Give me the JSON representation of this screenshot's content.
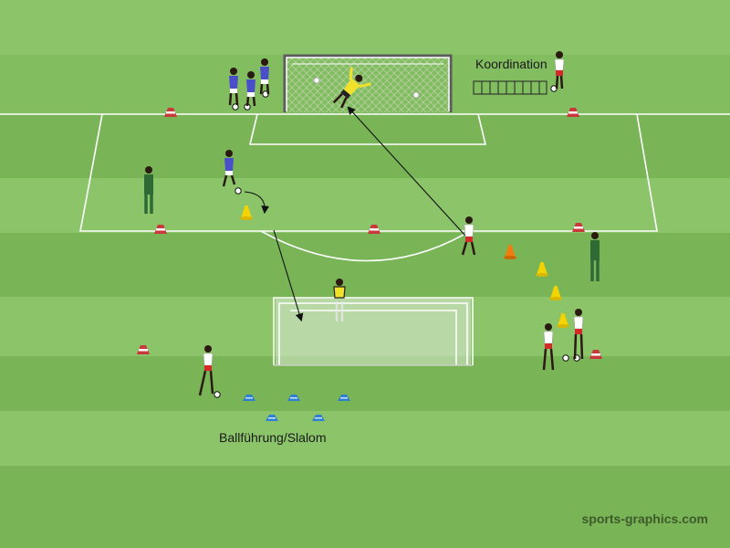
{
  "labels": {
    "coordination": "Koordination",
    "dribbling": "Ballführung/Slalom",
    "watermark": "sports-graphics.com"
  },
  "colors": {
    "grass_light": "#8cc46a",
    "grass_dark": "#79b556",
    "lines": "#ffffff",
    "team_blue": "#4a4fc9",
    "team_red_white": "#ffffff",
    "team_red": "#d42a2a",
    "goalkeeper": "#f2e12a",
    "coach": "#2f6a36",
    "cone_red": "#c9383a",
    "cone_yellow": "#f5d300",
    "cone_orange": "#ef7d10",
    "cone_blue": "#2e7fd1"
  },
  "players": [
    {
      "role": "attacker-blue-waiting"
    },
    {
      "role": "attacker-blue-waiting"
    },
    {
      "role": "attacker-blue-waiting"
    },
    {
      "role": "attacker-blue-dribbling"
    },
    {
      "role": "goalkeeper-diving"
    },
    {
      "role": "player-coordination"
    },
    {
      "role": "coach-left"
    },
    {
      "role": "coach-right"
    },
    {
      "role": "player-white-receiving"
    },
    {
      "role": "player-white-waiting"
    },
    {
      "role": "player-white-waiting"
    },
    {
      "role": "player-white-dribbling-slalom"
    },
    {
      "role": "goalkeeper-small-goal"
    }
  ],
  "equipment": {
    "coordination_ladder_rungs": 9,
    "cones_red": 7,
    "cones_yellow": 4,
    "cones_orange": 1,
    "cones_blue": 5
  }
}
